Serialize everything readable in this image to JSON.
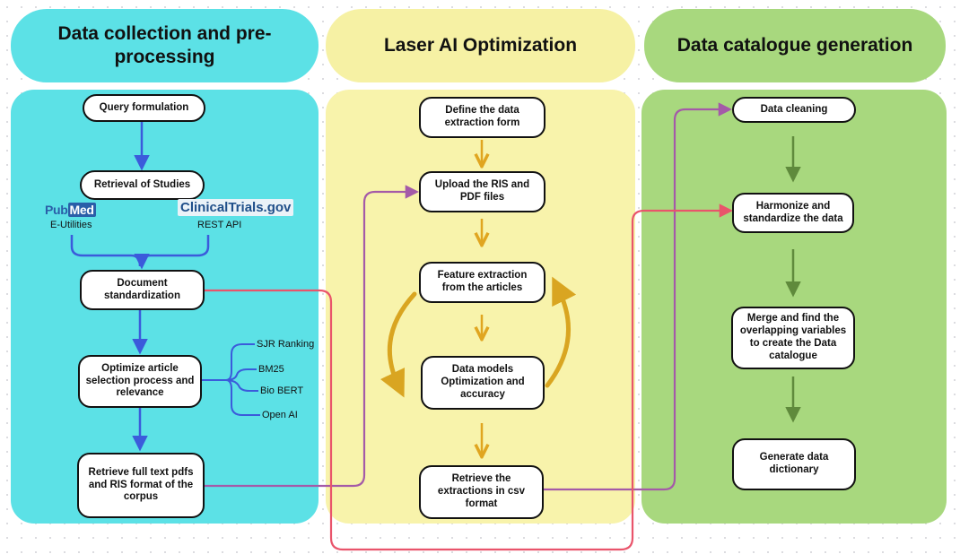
{
  "columns": [
    {
      "title": "Data collection and pre-processing",
      "header_color": "#5ce1e6",
      "panel_color": "#5ce1e6"
    },
    {
      "title": "Laser AI Optimization",
      "header_color": "#f6f1a4",
      "panel_color": "#f8f3ab"
    },
    {
      "title": "Data catalogue generation",
      "header_color": "#a8d87e",
      "panel_color": "#a8d87e"
    }
  ],
  "col1": {
    "query": "Query formulation",
    "retrieval": "Retrieval of Studies",
    "pubmed_logo_a": "Pub",
    "pubmed_logo_b": "Med",
    "pubmed_sub": "E-Utilities",
    "ct_logo": "ClinicalTrials.gov",
    "ct_sub": "REST API",
    "standardization": "Document standardization",
    "optimize": "Optimize article selection process and relevance",
    "methods": [
      "SJR Ranking",
      "BM25",
      "Bio BERT",
      "Open AI"
    ],
    "retrieve_full": "Retrieve full text pdfs and RIS format of the corpus"
  },
  "col2": {
    "define": "Define the data extraction form",
    "upload": "Upload the RIS and PDF files",
    "feature": "Feature extraction from the articles",
    "models": "Data models Optimization and accuracy",
    "retrieve_csv": "Retrieve the extractions in csv format"
  },
  "col3": {
    "cleaning": "Data cleaning",
    "harmonize": "Harmonize and standardize the data",
    "merge": "Merge and find the overlapping variables to create the Data catalogue",
    "dictionary": "Generate data dictionary"
  },
  "colors": {
    "arrow_blue": "#3b5bdb",
    "arrow_gold": "#e0a520",
    "arrow_green": "#5f8a3c",
    "connector_purple": "#a45aa8",
    "connector_pink": "#e9546b",
    "cycle_gold": "#d9a521"
  }
}
